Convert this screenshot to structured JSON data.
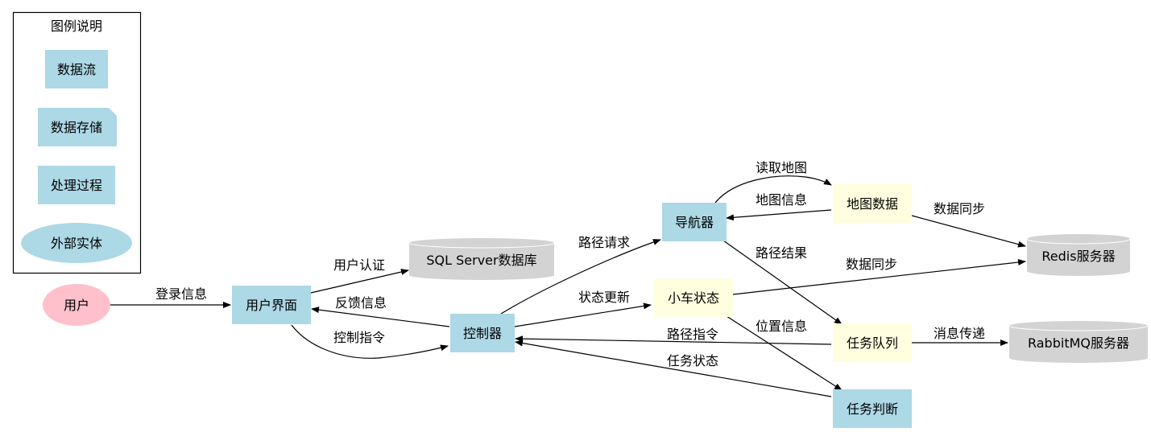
{
  "legend": {
    "title": "图例说明",
    "items": [
      {
        "key": "data-flow",
        "label": "数据流",
        "shape": "box"
      },
      {
        "key": "data-store",
        "label": "数据存储",
        "shape": "note"
      },
      {
        "key": "process",
        "label": "处理过程",
        "shape": "box"
      },
      {
        "key": "external-entity",
        "label": "外部实体",
        "shape": "ellipse"
      }
    ]
  },
  "colors": {
    "process": "#add8e6",
    "store": "#ffffe0",
    "database": "#d3d3d3",
    "external": "#ffc0cb",
    "edge": "#000000"
  },
  "nodes": {
    "user": "用户",
    "ui": "用户界面",
    "controller": "控制器",
    "sql": "SQL Server数据库",
    "navigator": "导航器",
    "car_status": "小车状态",
    "map_data": "地图数据",
    "task_queue": "任务队列",
    "task_judge": "任务判断",
    "redis": "Redis服务器",
    "rabbitmq": "RabbitMQ服务器"
  },
  "edges": {
    "login": "登录信息",
    "auth": "用户认证",
    "feedback": "反馈信息",
    "control_cmd": "控制指令",
    "path_request": "路径请求",
    "status_update": "状态更新",
    "read_map": "读取地图",
    "map_info": "地图信息",
    "path_result": "路径结果",
    "sync_map": "数据同步",
    "sync_status": "数据同步",
    "position_info": "位置信息",
    "path_cmd": "路径指令",
    "task_status": "任务状态",
    "message": "消息传递"
  }
}
